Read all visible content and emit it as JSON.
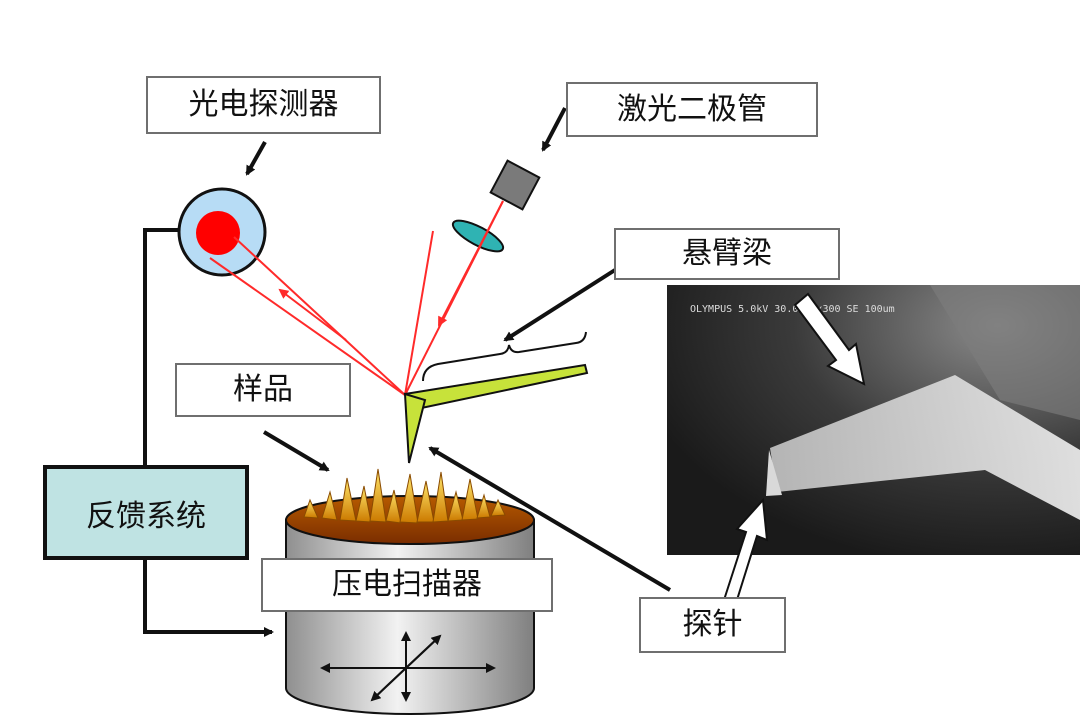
{
  "labels": {
    "photodetector": "光电探测器",
    "laser_diode": "激光二极管",
    "cantilever": "悬臂梁",
    "sample": "样品",
    "feedback_system": "反馈系统",
    "piezo_scanner": "压电扫描器",
    "probe": "探针"
  },
  "sem_image": {
    "caption": "OLYMPUS 5.0kV 30.0mm x300 SE 100um"
  },
  "colors": {
    "laser_beam": "#ff2a2a",
    "detector_fill": "#b7dcf5",
    "detector_spot": "#ff0000",
    "cantilever": "#c7e23a",
    "lens": "#2fb3b3",
    "feedback_fill": "#bfe3e3"
  }
}
